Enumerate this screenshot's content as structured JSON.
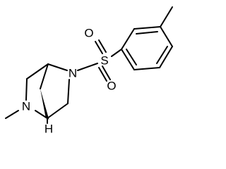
{
  "colors": {
    "background": "#ffffff",
    "bond": "#000000",
    "label": "#000000"
  },
  "atoms": {
    "n_sulfonyl": "N",
    "n_methyl": "N",
    "sulfur": "S",
    "oxygen_top": "O",
    "oxygen_bottom": "O",
    "bridgehead_h": "H"
  }
}
